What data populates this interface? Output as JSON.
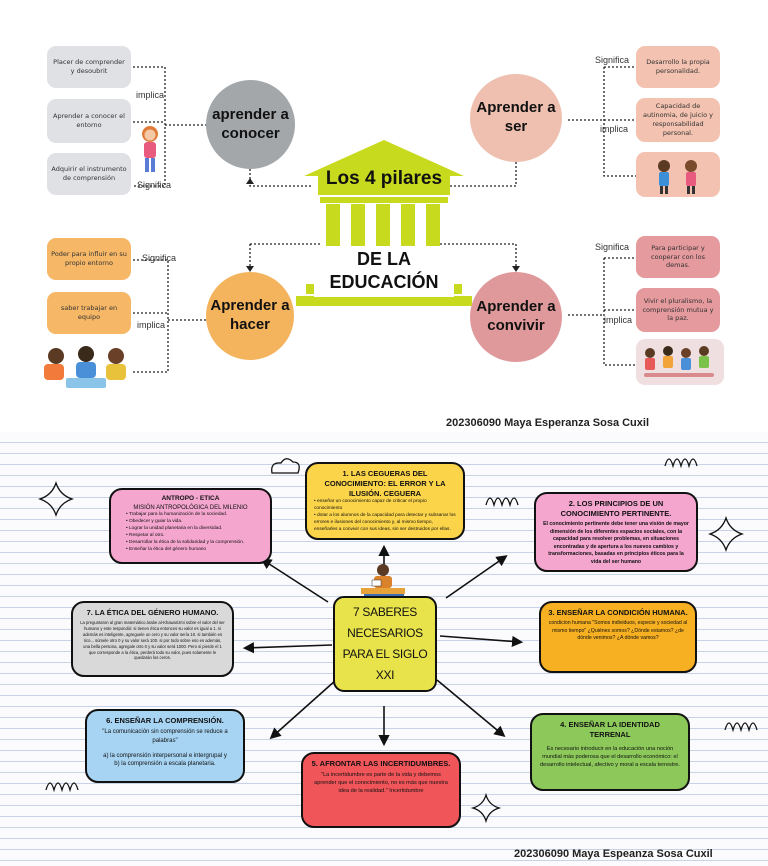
{
  "top": {
    "title": "Los 4 pilares",
    "subtitle": "DE LA EDUCACIÓN",
    "signature": "202306090 Maya Esperanza Sosa Cuxil",
    "pillars": {
      "conocer": "aprender a conocer",
      "ser": "Aprender a ser",
      "hacer": "Aprender a hacer",
      "convivir": "Aprender a convivir"
    },
    "conocer": {
      "items": [
        "Placer de comprender y desoubrit",
        "Aprender a conocer el entorno",
        "Adquirir el instrumento de comprensión"
      ],
      "labels": [
        "implica",
        "Significa"
      ]
    },
    "ser": {
      "items": [
        "Desarrollo la propia personalidad.",
        "Capacidad de autinomia, de juicio y responsabilidad personal."
      ],
      "labels": [
        "Significa",
        "implica"
      ]
    },
    "hacer": {
      "items": [
        "Poder para influir en su propio entorno",
        "saber trabajar en equipo"
      ],
      "labels": [
        "Significa",
        "implica"
      ]
    },
    "convivir": {
      "items": [
        "Para participar y cooperar con los demas.",
        "Vivir el pluralismo, la comprensión mutua y la paz."
      ],
      "labels": [
        "Significa",
        "implica"
      ]
    },
    "colors": {
      "pillar_gray": "#a3a7aa",
      "pillar_pink": "#efc0b0",
      "pillar_orange": "#f4b45e",
      "pillar_rose": "#e0999a",
      "temple": "#c7da1e"
    }
  },
  "bottom": {
    "center": "7 SABERES NECESARIOS PARA EL SIGLO XXI",
    "signature": "202306090 Maya Espeanza Sosa Cuxil",
    "cards": {
      "c1": {
        "title": "1. LAS CEGUERAS DEL CONOCIMIENTO: EL ERROR Y LA ILUSIÓN. CEGUERA",
        "bullets": [
          "enseñar un conocimiento capaz de criticar el propio conocimiento",
          "dotar a los alumnos de la capacidad para detectar y subsanar los errores e ilusiones del conocimiento y, al mismo tiempo, enseñarles a convivir con sus ideas, sin ser destruidos por ellas."
        ]
      },
      "c2": {
        "title": "2. LOS PRINCIPIOS DE UN CONOCIMIENTO PERTINENTE.",
        "body": "El conocimiento pertinente debe tener una visión de mayor dimensión de los diferentes espacios sociales, con la capacidad para resolver problemas, en situaciones encontradas y de apertura a los nuevos cambios y transformaciones, basadas en principios éticos para la vida del ser humano"
      },
      "c3": {
        "title": "3. ENSEÑAR LA CONDICIÓN HUMANA.",
        "body": "condicion humana \"Somos individuos, especie y sociedad al mismo tiempo\" ¿Quiénes somos? ¿Dónde estamos? ¿de dónde venimos? ¿A dónde vamos?"
      },
      "c4": {
        "title": "4. ENSEÑAR LA IDENTIDAD TERRENAL",
        "body": "Es necesario introducir en la educación una noción mundial más poderosa que el desarrollo económico: el desarrollo intelectual, afectivo y moral a escala terrestre."
      },
      "c5": {
        "title": "5. AFRONTAR LAS INCERTIDUMBRES.",
        "body": "\"La incertidumbre es parte de la vida y debemos aprender que el conocimiento, no es más que nuestra idea de la realidad.\" Incertidumbre"
      },
      "c6": {
        "title": "6. ENSEÑAR LA COMPRENSIÓN.",
        "body": "\"La comunicación sin comprensión se reduce a palabras\"",
        "items": [
          "a) la comprensión interpersonal e intergrupal y",
          "b) la comprensión a escala planetaria."
        ]
      },
      "c7": {
        "title": "7. LA ÉTICA DEL GÉNERO HUMANO.",
        "body": "La preguntaron al gran matemático árabe al-Khawarizmi sobre el valor del ser humano y este respondió: si tienen ética entonces su valor es igual a 1. si además es inteligente, agreguele un cero y su valor sería 10. si también es rico... súmele otro 0 y su valor será 100. si por todo sobre eso es además, una bella persona, agregale otro 0 y su valor será 1000. Pero si pierde el 1 que corresponde a la ética, perderá todo su valor, pues solamente le quedarán los ceros."
      },
      "c8": {
        "title": "ANTROPO - ETICA",
        "subtitle": "MISIÓN ANTROPOLÓGICA DEL MILENIO",
        "bullets": [
          "Trabajar para la humanización de la sociedad.",
          "Obedecer y guiar la vida.",
          "Lograr la unidad planetaria en la diversidad.",
          "Respetar al otro.",
          "Desarrollar la ética de la solidaridad y la comprensión.",
          "Enseñar la ética del género humano"
        ]
      }
    },
    "colors": {
      "yellow": "#fbd44a",
      "pink": "#f4a6cf",
      "gray": "#d9d9d9",
      "blue": "#a7d4f3",
      "red": "#f0555a",
      "green": "#8cc95a",
      "orange": "#f7b021",
      "center": "#e8e34a"
    }
  }
}
